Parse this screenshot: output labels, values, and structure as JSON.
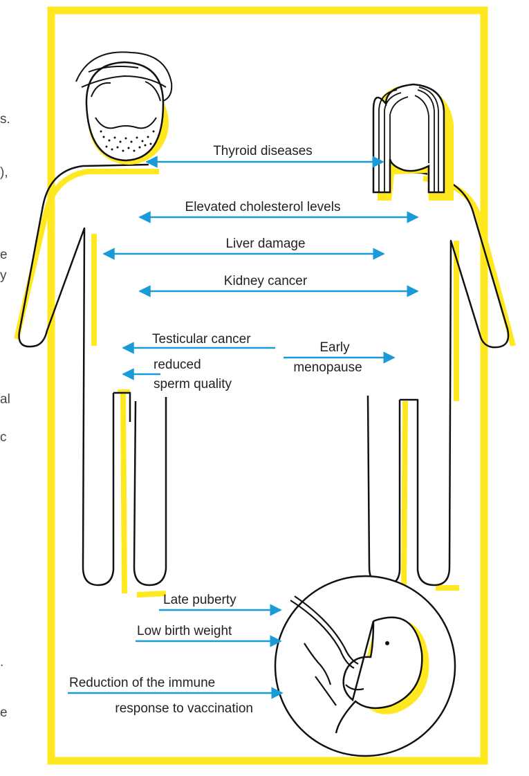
{
  "colors": {
    "frame": "#FFE81F",
    "arrow": "#1A9AD7",
    "outline": "#111111",
    "shadow": "#FFE81F",
    "text": "#222222"
  },
  "cutoff_text": {
    "t1": "s.",
    "t2": "),",
    "t3": "e",
    "t4": "y",
    "t5": "al",
    "t6": "c",
    "t7": ".",
    "t8": "e"
  },
  "shared_effects": {
    "thyroid": "Thyroid diseases",
    "cholesterol": "Elevated cholesterol levels",
    "liver": "Liver damage",
    "kidney": "Kidney cancer"
  },
  "male_effects": {
    "testicular": "Testicular cancer",
    "sperm_line1": "reduced",
    "sperm_line2": "sperm quality"
  },
  "female_effects": {
    "menopause_line1": "Early",
    "menopause_line2": "menopause"
  },
  "fetal_effects": {
    "puberty": "Late puberty",
    "birth_weight": "Low birth weight",
    "immune_line1": "Reduction of the immune",
    "immune_line2": "response to vaccination"
  },
  "icons": [
    "man-head-icon",
    "woman-head-icon",
    "fetus-icon"
  ]
}
